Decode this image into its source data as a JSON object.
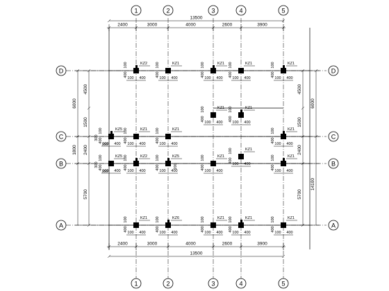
{
  "axes": {
    "columns": [
      "1",
      "2",
      "3",
      "4",
      "5"
    ],
    "rows": [
      "D",
      "C",
      "B",
      "A"
    ]
  },
  "dimensions": {
    "top_segments": [
      "2400",
      "3000",
      "4000",
      "2600",
      "3900"
    ],
    "top_total": "13500",
    "bottom_segments": [
      "2400",
      "3000",
      "4000",
      "2600",
      "3900"
    ],
    "bottom_total": "13500",
    "left_inner": [
      "4500",
      "1500",
      "2400",
      "5700"
    ],
    "left_outer": [
      "6000",
      "1800"
    ],
    "right_inner": [
      "4500",
      "1500",
      "2400",
      "5700"
    ],
    "right_outer": [
      "6000",
      "14100"
    ]
  },
  "column_labels": [
    {
      "row": "D",
      "col": "1",
      "text": "KZ2"
    },
    {
      "row": "D",
      "col": "2",
      "text": "KZ1"
    },
    {
      "row": "D",
      "col": "3",
      "text": "KZ1"
    },
    {
      "row": "D",
      "col": "4",
      "text": "KZ1"
    },
    {
      "row": "D",
      "col": "5",
      "text": "KZ1"
    },
    {
      "row": "mid",
      "col": "3",
      "text": "KZ1"
    },
    {
      "row": "mid",
      "col": "4",
      "text": "KZ1"
    },
    {
      "row": "C",
      "col": "1",
      "text": "KZ1"
    },
    {
      "row": "C",
      "col": "1a",
      "text": "KZ5"
    },
    {
      "row": "C",
      "col": "2",
      "text": "KZ1"
    },
    {
      "row": "C",
      "col": "5",
      "text": "KZ1"
    },
    {
      "row": "Bm",
      "col": "4",
      "text": "KZ1"
    },
    {
      "row": "B",
      "col": "1",
      "text": "KZ2"
    },
    {
      "row": "B",
      "col": "1a",
      "text": "KZ5"
    },
    {
      "row": "B",
      "col": "2",
      "text": "KZ5"
    },
    {
      "row": "B",
      "col": "3",
      "text": "KZ1"
    },
    {
      "row": "B",
      "col": "5",
      "text": "KZ1"
    },
    {
      "row": "A",
      "col": "1",
      "text": "KZ1"
    },
    {
      "row": "A",
      "col": "2",
      "text": "KZ6"
    },
    {
      "row": "A",
      "col": "3",
      "text": "KZ1"
    },
    {
      "row": "A",
      "col": "4",
      "text": "KZ1"
    },
    {
      "row": "A",
      "col": "5",
      "text": "KZ1"
    }
  ],
  "offset_labels": {
    "a": "100",
    "b": "400",
    "c": "150",
    "d": "300",
    "e": "200"
  }
}
